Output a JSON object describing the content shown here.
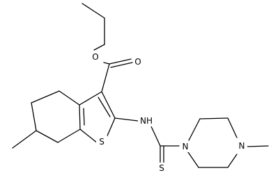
{
  "diagram": {
    "type": "chemical-structure",
    "atoms": {
      "ester_carbonyl_oxygen": "O",
      "ester_oxygen": "O",
      "thiophene_sulfur": "S",
      "amine_nitrogen": "NH",
      "thioamide_sulfur": "S",
      "piperazine_nitrogen_1": "N",
      "piperazine_nitrogen_4": "N"
    }
  }
}
